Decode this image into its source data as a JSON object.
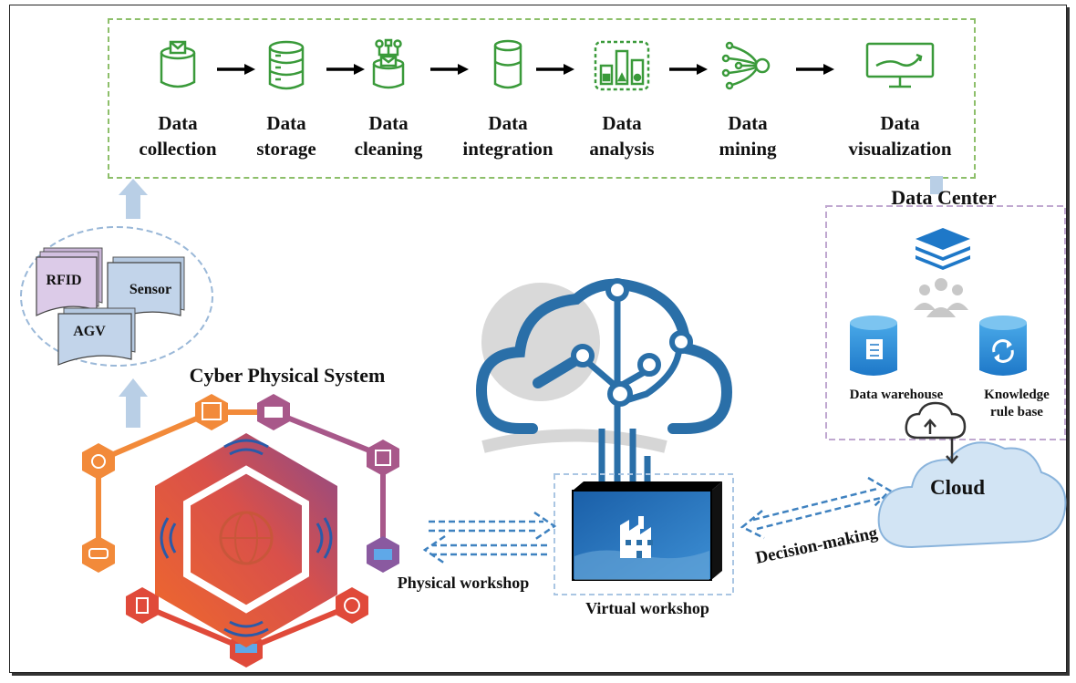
{
  "pipeline": {
    "steps": [
      {
        "line1": "Data",
        "line2": "collection",
        "icon": "cylinder-mail-icon"
      },
      {
        "line1": "Data",
        "line2": "storage",
        "icon": "database-icon"
      },
      {
        "line1": "Data",
        "line2": "cleaning",
        "icon": "cleaning-icon"
      },
      {
        "line1": "Data",
        "line2": "integration",
        "icon": "cylinder-icon"
      },
      {
        "line1": "Data",
        "line2": "analysis",
        "icon": "bar-analysis-icon"
      },
      {
        "line1": "Data",
        "line2": "mining",
        "icon": "network-mining-icon"
      },
      {
        "line1": "Data",
        "line2": "visualization",
        "icon": "monitor-chart-icon"
      }
    ],
    "accent_color": "#3a9a3a"
  },
  "data_center": {
    "title": "Data Center",
    "warehouse": "Data warehouse",
    "knowledge_line1": "Knowledge",
    "knowledge_line2": "rule base"
  },
  "sources": {
    "rfid": "RFID",
    "sensor": "Sensor",
    "agv": "AGV"
  },
  "cps": {
    "title": "Cyber Physical System"
  },
  "labels": {
    "physical_workshop": "Physical workshop",
    "virtual_workshop": "Virtual workshop",
    "cloud": "Cloud",
    "decision": "Decision-making"
  },
  "colors": {
    "cloud_blue": "#2a6fa8",
    "light_blue": "#aac6e3",
    "orange": "#ee7b33",
    "purple": "#9a4a7a",
    "red": "#e04a3a"
  }
}
